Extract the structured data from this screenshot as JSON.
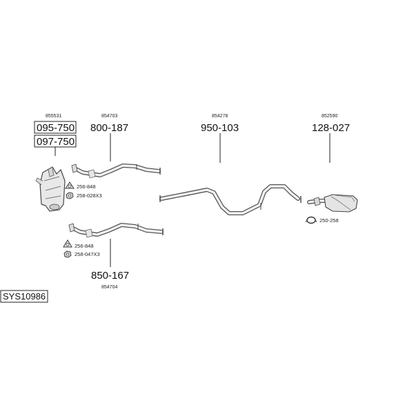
{
  "diagram": {
    "system_code": "SYS10986",
    "parts": [
      {
        "id": "catalyst",
        "ref": "855531",
        "codes": [
          "095-750",
          "097-750"
        ]
      },
      {
        "id": "front-pipe-upper",
        "ref": "854703",
        "code": "800-187",
        "fittings": [
          {
            "code": "256-848",
            "icon": "gasket-icon"
          },
          {
            "code": "258-028X3",
            "icon": "nut-icon"
          }
        ]
      },
      {
        "id": "front-pipe-lower",
        "ref": "854704",
        "code": "850-167",
        "fittings": [
          {
            "code": "256-848",
            "icon": "gasket-icon"
          },
          {
            "code": "258-047X3",
            "icon": "nut-icon"
          }
        ]
      },
      {
        "id": "centre-pipe",
        "ref": "854278",
        "code": "950-103"
      },
      {
        "id": "rear-silencer",
        "ref": "852590",
        "code": "128-027",
        "fittings": [
          {
            "code": "250-258",
            "icon": "clamp-icon"
          }
        ]
      }
    ]
  }
}
